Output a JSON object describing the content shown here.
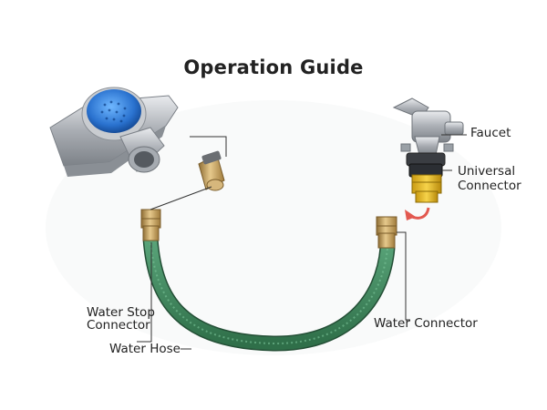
{
  "title": "Operation Guide",
  "labels": {
    "faucet": "Faucet",
    "universal_connector_1": "Universal",
    "universal_connector_2": "Connector",
    "water_stop_1": "Water Stop",
    "water_stop_2": "Connector",
    "water_hose": "Water Hose",
    "water_connector": "Water Connector"
  },
  "colors": {
    "hose": "#3c8a5c",
    "brass": "#c8a56a",
    "sprinkler_top": "#2f7fd6",
    "silver": "#b9bcc0",
    "arrow": "#e2584f"
  }
}
